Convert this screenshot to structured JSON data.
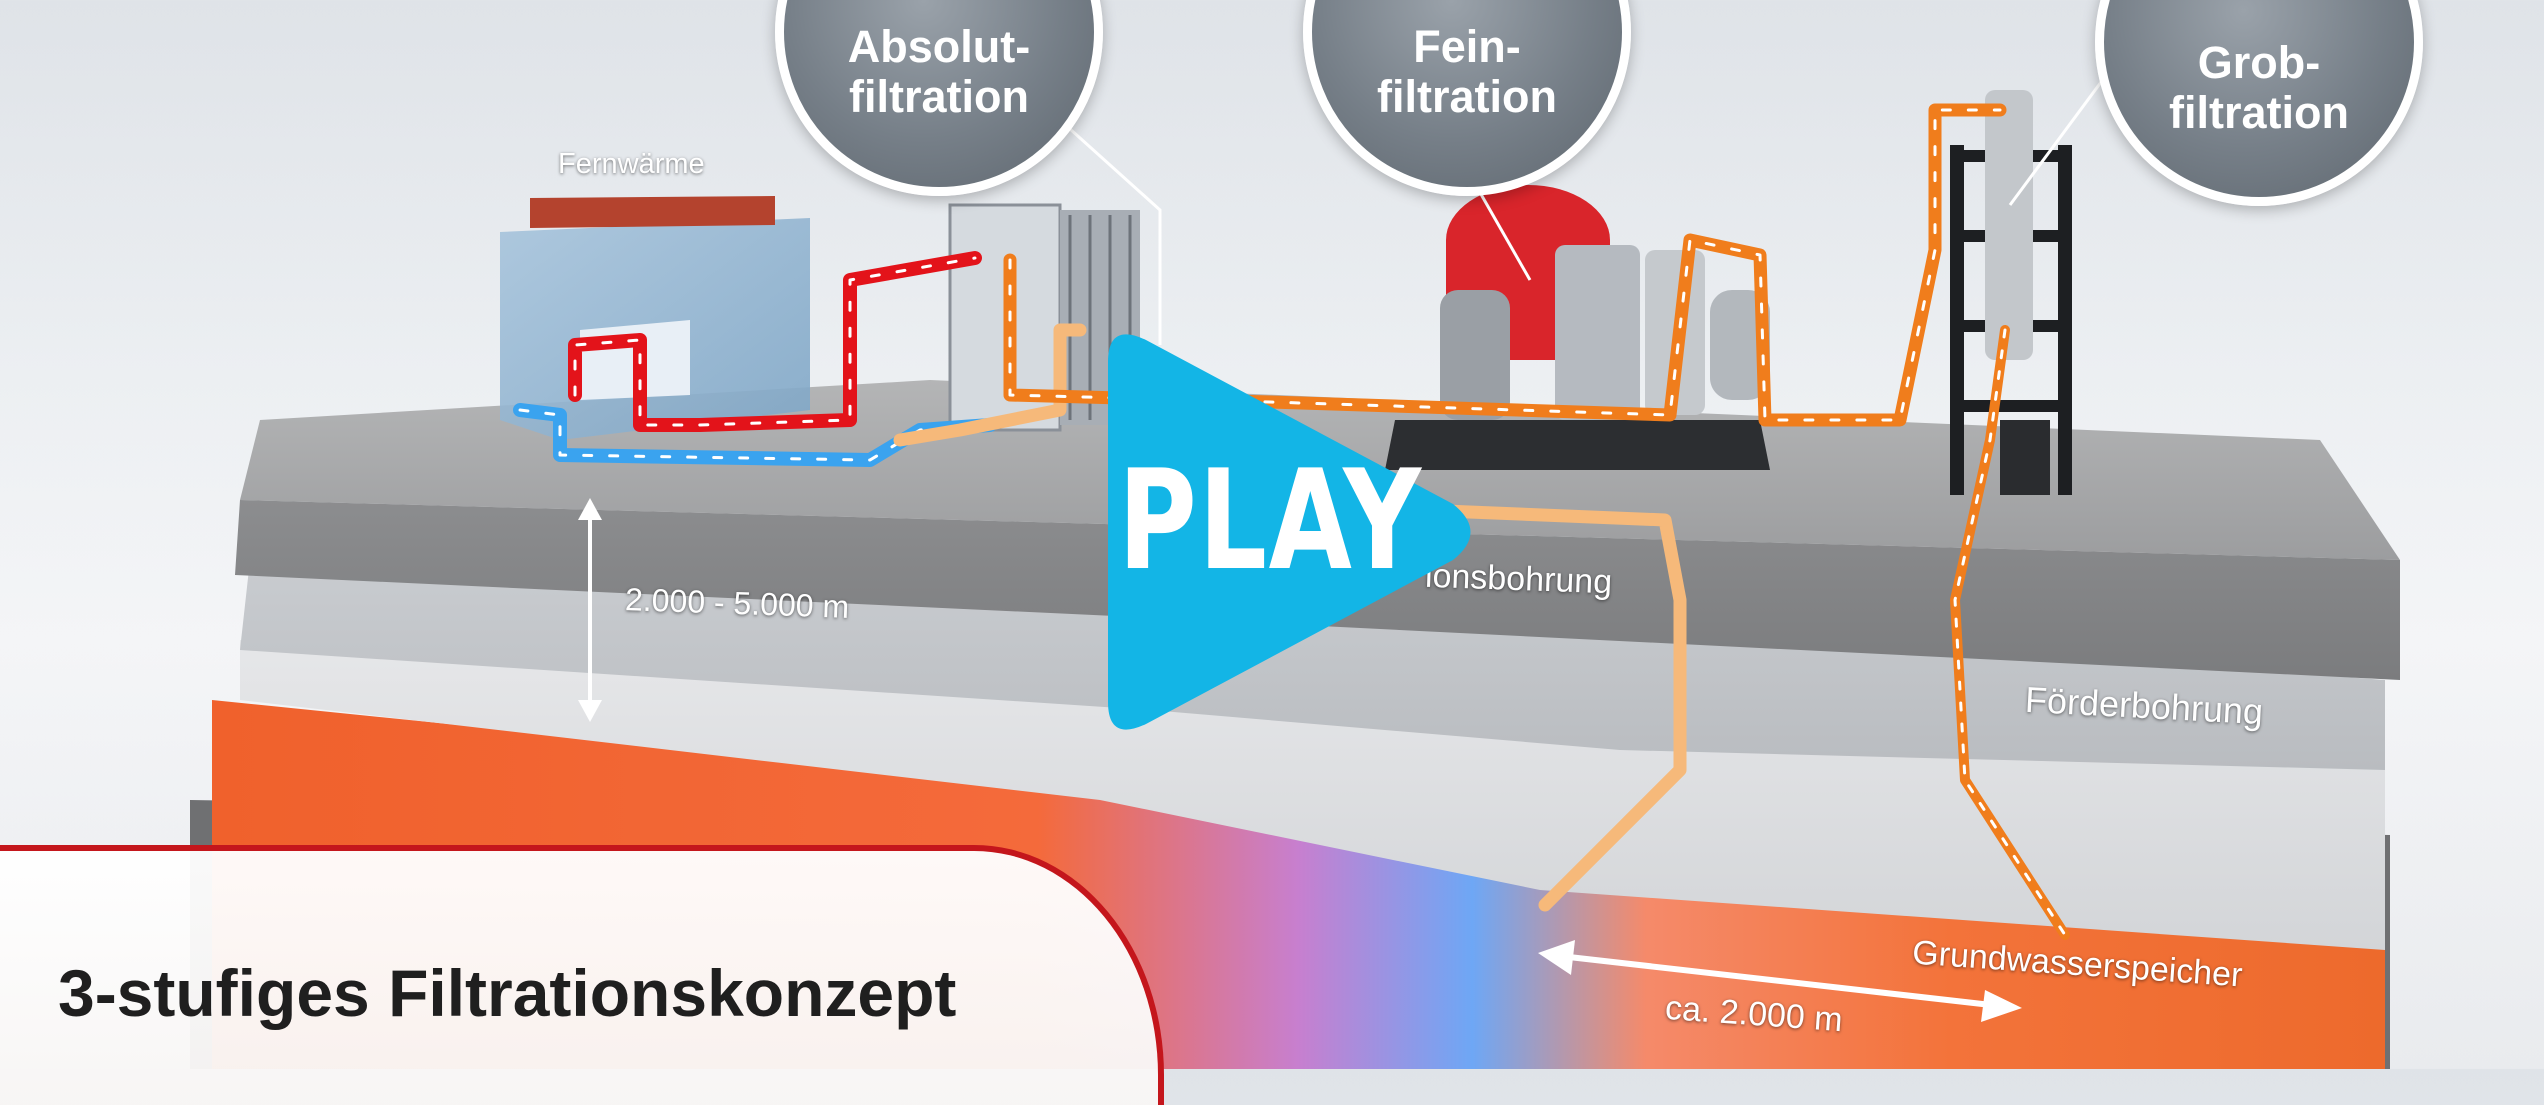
{
  "video": {
    "play_label": "PLAY",
    "caption_title": "3-stufiges Filtrationskonzept"
  },
  "bubbles": {
    "absolut": "Absolut-\nfiltration",
    "fein": "Fein-\nfiltration",
    "grob": "Grob-\nfiltration"
  },
  "labels": {
    "fernwaerme": "Fernwärme",
    "depth": "2.000 - 5.000 m",
    "injektion": "ionsbohrung",
    "foerder": "Förderbohrung",
    "speicher": "Grundwasserspeicher",
    "distance": "ca. 2.000 m"
  },
  "colors": {
    "play_blue": "#13b5e6",
    "caption_red": "#c4161c",
    "pipe_hot": "#e3131a",
    "pipe_cold": "#3aa3ef",
    "pipe_orange": "#f07d1c",
    "pipe_light": "#f6b97a",
    "aquifer": "#f06a2e"
  },
  "icons": {
    "play": "play-triangle-icon"
  }
}
